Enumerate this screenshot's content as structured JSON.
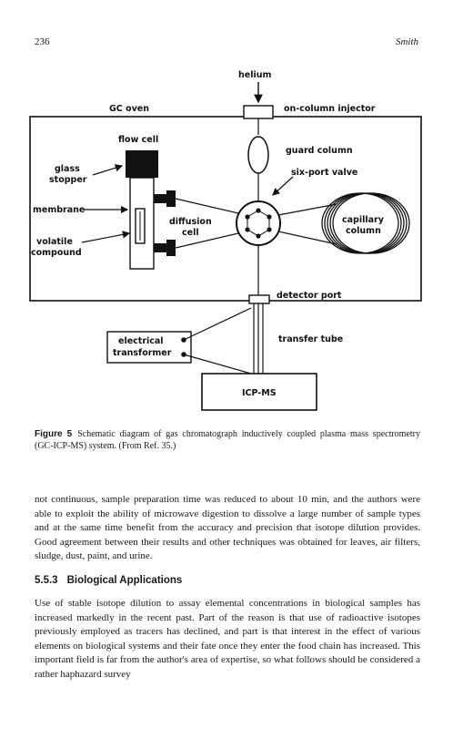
{
  "header": {
    "page_number": "236",
    "running_head": "Smith"
  },
  "figure": {
    "labels": {
      "helium": "helium",
      "gc_oven": "GC oven",
      "on_column_injector": "on-column injector",
      "flow_cell": "flow cell",
      "guard_column": "guard column",
      "glass_stopper_1": "glass",
      "glass_stopper_2": "stopper",
      "six_port_valve": "six-port valve",
      "membrane": "membrane",
      "diffusion_cell_1": "diffusion",
      "diffusion_cell_2": "cell",
      "capillary_column_1": "capillary",
      "capillary_column_2": "column",
      "volatile_compound_1": "volatile",
      "volatile_compound_2": "compound",
      "detector_port": "detector port",
      "electrical_transformer_1": "electrical",
      "electrical_transformer_2": "transformer",
      "transfer_tube": "transfer tube",
      "icp_ms": "ICP-MS"
    },
    "caption_label": "Figure 5",
    "caption_text": "Schematic diagram of gas chromatograph inductively coupled plasma mass spectrometry (GC-ICP-MS) system. (From Ref. 35.)"
  },
  "body": {
    "paragraph1": "not continuous, sample preparation time was reduced to about 10 min, and the authors were able to exploit the ability of microwave digestion to dissolve a large number of sample types and at the same time benefit from the accuracy and precision that isotope dilution provides. Good agreement between their results and other techniques was obtained for leaves, air filters, sludge, dust, paint, and urine.",
    "section_number": "5.5.3",
    "section_title": "Biological Applications",
    "paragraph2": "Use of stable isotope dilution to assay elemental concentrations in biological samples has increased markedly in the recent past. Part of the reason is that use of radioactive isotopes previously employed as tracers has declined, and part is that interest in the effect of various elements on biological systems and their fate once they enter the food chain has increased. This important field is far from the author's area of expertise, so what follows should be considered a rather haphazard survey"
  }
}
